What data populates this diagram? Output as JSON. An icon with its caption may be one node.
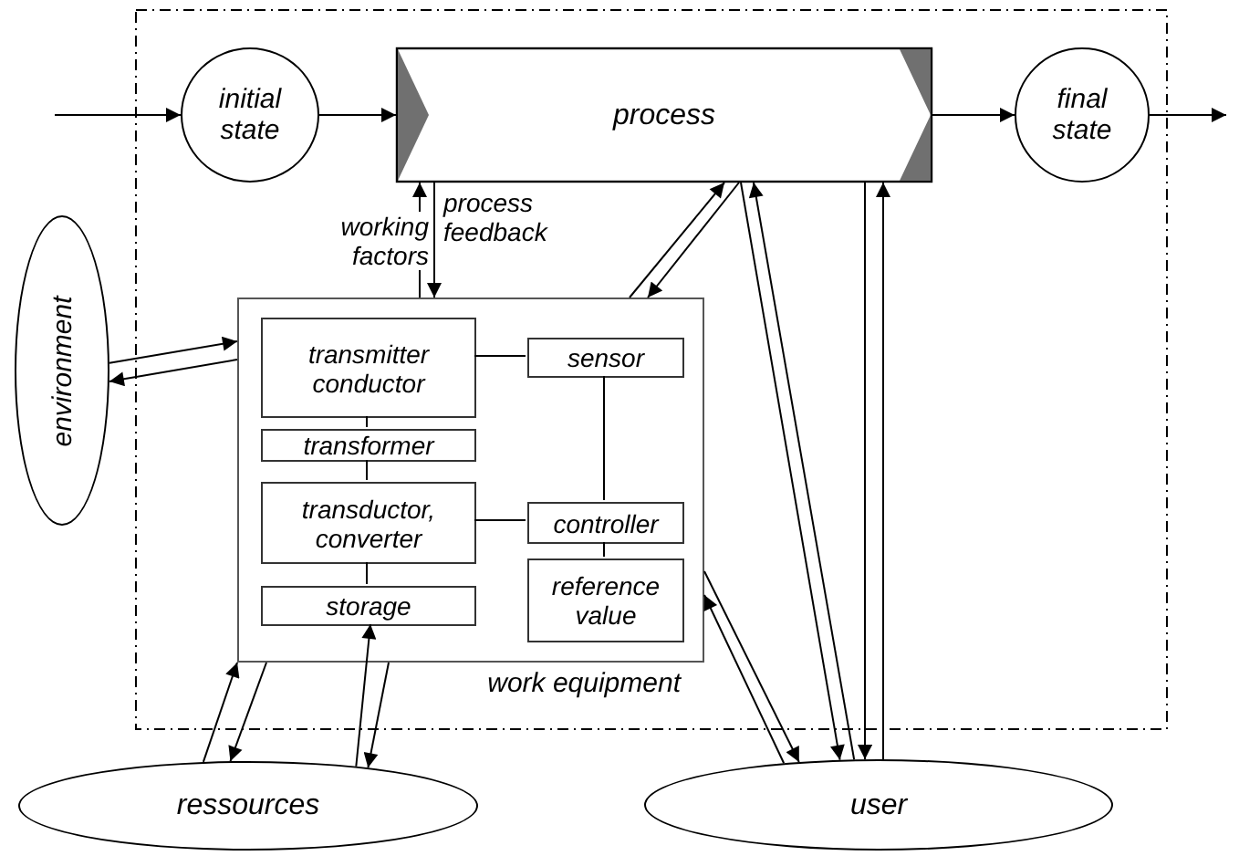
{
  "diagram": {
    "nodes": [
      {
        "text": [],
        "shape": "box"
      },
      {
        "text": [
          "initial state"
        ],
        "in": 0
      },
      {
        "text": [
          "process"
        ],
        "in": 0
      },
      {
        "text": [
          "final state"
        ],
        "in": 0
      },
      {
        "text": [
          "environment"
        ]
      },
      {
        "text": [
          "work equipment"
        ],
        "in": 0
      },
      {
        "text": [
          "transmitter conductor"
        ],
        "in": 5
      },
      {
        "text": [
          "sensor"
        ],
        "in": 5
      },
      {
        "text": [
          "transformer"
        ],
        "in": 5
      },
      {
        "text": [
          "transductor, converter"
        ],
        "in": 5
      },
      {
        "text": [
          "controller"
        ],
        "in": 5
      },
      {
        "text": [
          "storage"
        ],
        "in": 5
      },
      {
        "text": [
          "reference value"
        ],
        "in": 5
      },
      {
        "text": [
          "ressources"
        ]
      },
      {
        "text": [
          "user"
        ]
      }
    ],
    "edges": [
      {
        "from": null,
        "to": 1,
        "arrow": "to"
      },
      {
        "from": 1,
        "to": 2,
        "arrow": "to"
      },
      {
        "from": 2,
        "to": 3,
        "arrow": "to"
      },
      {
        "from": 3,
        "to": null,
        "arrow": "to"
      },
      {
        "from": 5,
        "to": 2,
        "arrow": "to",
        "label": "working factors"
      },
      {
        "from": 2,
        "to": 5,
        "arrow": "to",
        "label": "process feedback"
      },
      {
        "from": 5,
        "to": 2,
        "arrow": "to"
      },
      {
        "from": 2,
        "to": 5,
        "arrow": "to"
      },
      {
        "from": 4,
        "to": 5,
        "arrow": "to"
      },
      {
        "from": 5,
        "to": 4,
        "arrow": "to"
      },
      {
        "from": 13,
        "to": 5,
        "arrow": "to"
      },
      {
        "from": 5,
        "to": 13,
        "arrow": "to"
      },
      {
        "from": 13,
        "to": 11,
        "arrow": "to"
      },
      {
        "from": 5,
        "to": 13,
        "arrow": "to"
      },
      {
        "from": 14,
        "to": 5,
        "arrow": "to"
      },
      {
        "from": 5,
        "to": 14,
        "arrow": "to"
      },
      {
        "from": 14,
        "to": 2,
        "arrow": "to"
      },
      {
        "from": 2,
        "to": 14,
        "arrow": "to"
      },
      {
        "from": 2,
        "to": 14,
        "arrow": "to"
      },
      {
        "from": 14,
        "to": 2,
        "arrow": "to"
      },
      {
        "from": 6,
        "to": 7,
        "arrow": "none"
      },
      {
        "from": 6,
        "to": 8,
        "arrow": "none"
      },
      {
        "from": 8,
        "to": 9,
        "arrow": "none"
      },
      {
        "from": 9,
        "to": 10,
        "arrow": "none"
      },
      {
        "from": 9,
        "to": 11,
        "arrow": "none"
      },
      {
        "from": 7,
        "to": 10,
        "arrow": "none"
      },
      {
        "from": 10,
        "to": 12,
        "arrow": "none"
      }
    ]
  }
}
